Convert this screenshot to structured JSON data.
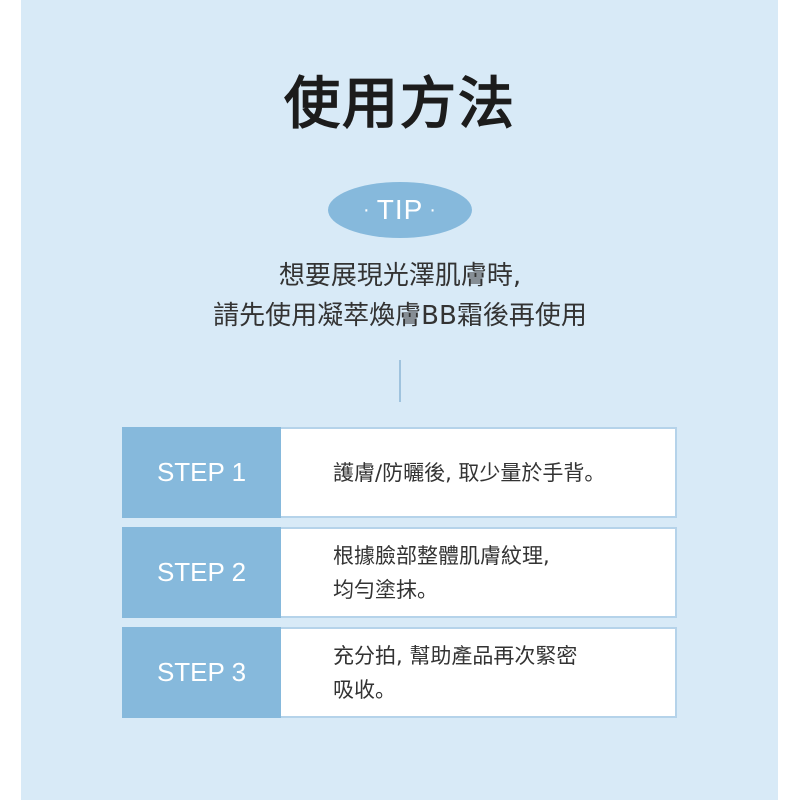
{
  "page": {
    "title": "使用方法",
    "tip_badge": {
      "label": "TIP",
      "dot_left": "·",
      "dot_right": "·"
    },
    "subtitle": {
      "line1": "想要展現光澤肌膚時,",
      "line2": "請先使用凝萃煥膚BB霜後再使用"
    },
    "steps": [
      {
        "label": "STEP 1",
        "text_lines": [
          "護膚/防曬後, 取少量於手背。"
        ]
      },
      {
        "label": "STEP 2",
        "text_lines": [
          "根據臉部整體肌膚紋理,",
          "均勻塗抹。"
        ]
      },
      {
        "label": "STEP 3",
        "text_lines": [
          "充分拍, 幫助產品再次緊密",
          "吸收。"
        ]
      }
    ],
    "colors": {
      "background": "#d8eaf7",
      "accent": "#86b9dc",
      "title_text": "#1c1c1c",
      "body_text": "#333333"
    }
  }
}
